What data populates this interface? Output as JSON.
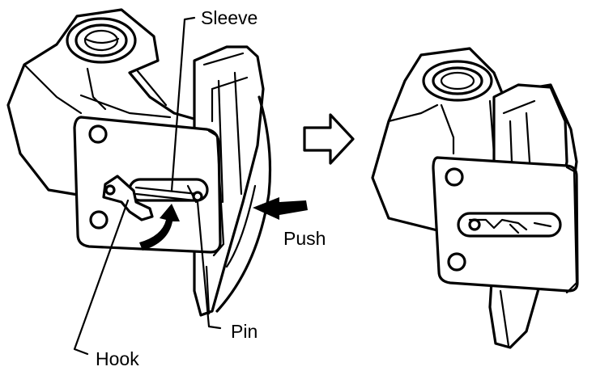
{
  "labels": {
    "sleeve": "Sleeve",
    "push": "Push",
    "pin": "Pin",
    "hook": "Hook"
  },
  "icons": {
    "transition": "hollow-right-arrow-icon",
    "rotate": "curved-arrow-icon",
    "push": "push-arrow-icon"
  },
  "colors": {
    "ink": "#000000",
    "paper": "#ffffff"
  }
}
